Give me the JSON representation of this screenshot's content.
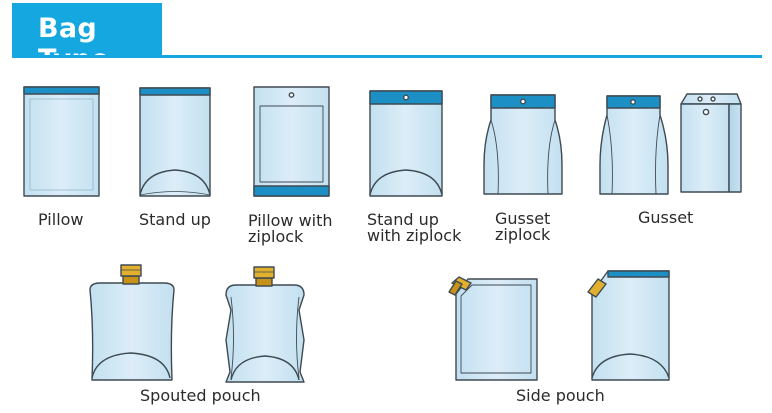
{
  "header": {
    "title": "Bag Type"
  },
  "colors": {
    "accent": "#14a7e0",
    "bag_fill": "#cfe8f5",
    "bag_band": "#1c8fc4",
    "outline": "#3e4a52",
    "spout": "#d9a521"
  },
  "labels": {
    "pillow": "Pillow",
    "stand_up": "Stand up",
    "pillow_ziplock": "Pillow with\nziplock",
    "stand_up_ziplock": "Stand up\nwith ziplock",
    "gusset_ziplock": "Gusset\nziplock",
    "gusset": "Gusset",
    "spouted_pouch": "Spouted pouch",
    "side_pouch": "Side pouch"
  }
}
